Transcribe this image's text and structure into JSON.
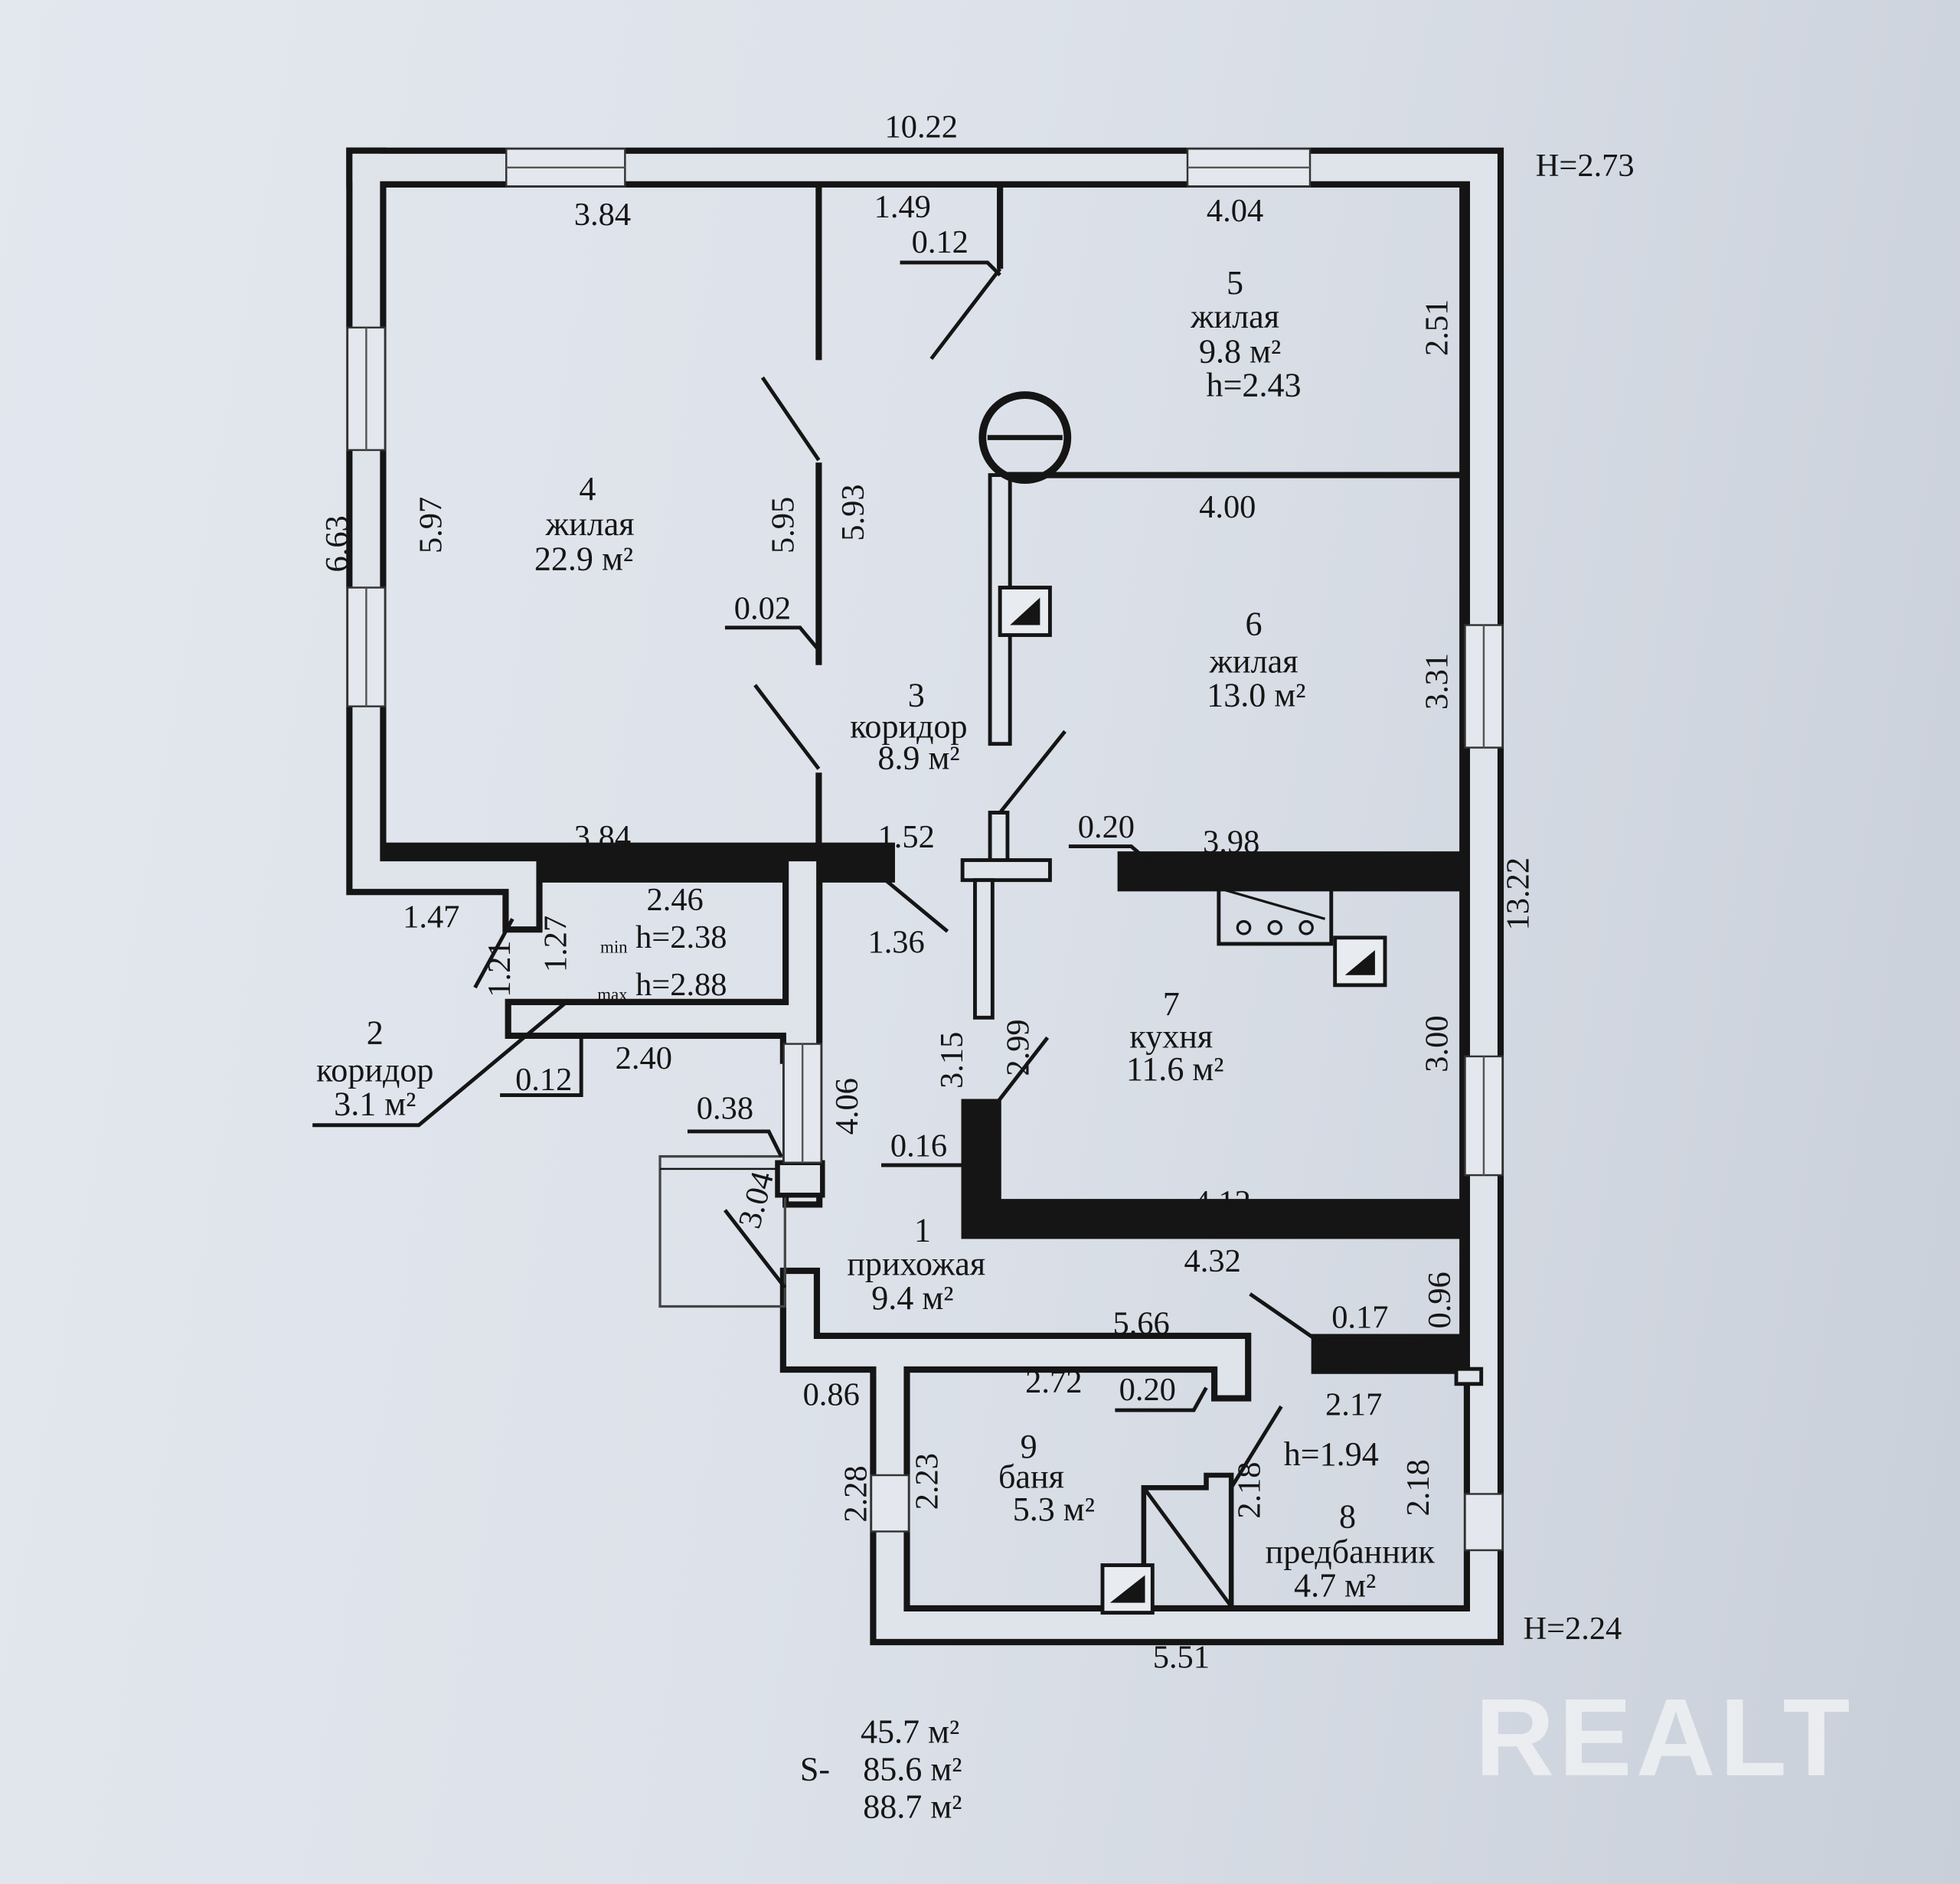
{
  "rooms": [
    {
      "num": "1",
      "name": "прихожая",
      "area": "9.4 м²"
    },
    {
      "num": "2",
      "name": "коридор",
      "area": "3.1 м²"
    },
    {
      "num": "3",
      "name": "коридор",
      "area": "8.9 м²"
    },
    {
      "num": "4",
      "name": "жилая",
      "area": "22.9 м²"
    },
    {
      "num": "5",
      "name": "жилая",
      "area": "9.8 м²",
      "height": "h=2.43"
    },
    {
      "num": "6",
      "name": "жилая",
      "area": "13.0 м²"
    },
    {
      "num": "7",
      "name": "кухня",
      "area": "11.6 м²"
    },
    {
      "num": "8",
      "name": "предбанник",
      "area": "4.7 м²",
      "height": "h=1.94"
    },
    {
      "num": "9",
      "name": "баня",
      "area": "5.3 м²"
    }
  ],
  "attic": {
    "width": "2.46",
    "hmin": "h=2.38",
    "hmin_sub": "min",
    "hmax": "h=2.88",
    "hmax_sub": "max"
  },
  "heights": {
    "main": "H=2.73",
    "annex": "H=2.24"
  },
  "dimensions": {
    "top_total": "10.22",
    "r4_top": "3.84",
    "r3_top": "1.49",
    "r3_wall": "0.12",
    "r5_top": "4.04",
    "r5_side": "2.51",
    "r6_top": "4.00",
    "left_total": "6.63",
    "r4_side": "5.97",
    "r4_side_inner": "5.95",
    "r3_side": "5.93",
    "wall_002": "0.02",
    "r6_side": "3.31",
    "r4_bottom": "3.84",
    "r3_bottom": "1.52",
    "wall_020a": "0.20",
    "r6_bottom": "3.98",
    "right_total": "13.22",
    "r2_a": "1.47",
    "r2_b": "1.21",
    "r2_c": "1.27",
    "r3_c": "1.36",
    "r7_a": "3.15",
    "r7_b": "2.99",
    "r7_side": "3.00",
    "wall_012": "0.12",
    "r2_d": "2.40",
    "wall_038": "0.38",
    "r1_a": "4.06",
    "wall_016": "0.16",
    "r7_bottom": "4.12",
    "r1_b": "3.04",
    "r1_c": "4.32",
    "wall_017": "0.17",
    "r1_d": "0.96",
    "r1_e": "5.66",
    "wall_086": "0.86",
    "r9_top": "2.72",
    "wall_020b": "0.20",
    "r8_top": "2.17",
    "r9_a": "2.28",
    "r9_b": "2.23",
    "r8_a": "2.18",
    "r8_b": "2.18",
    "bottom": "5.51"
  },
  "totals": {
    "living": "45.7 м²",
    "s_label": "S-",
    "total": "85.6 м²",
    "gross": "88.7 м²"
  },
  "watermark": "REALT"
}
